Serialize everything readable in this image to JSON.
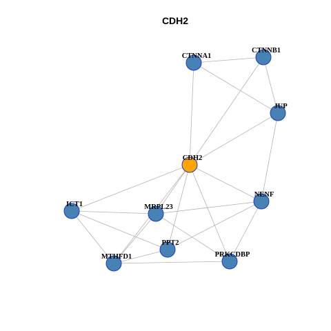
{
  "title": "CDH2",
  "colors": {
    "default_node": "#4682b4",
    "focus_node": "#ffa500",
    "node_border": "#1a3acc",
    "edge": "#b3b3b3"
  },
  "nodes": [
    {
      "id": "CTNNA1",
      "label": "CTNNA1",
      "focus": false
    },
    {
      "id": "CTNNB1",
      "label": "CTNNB1",
      "focus": false
    },
    {
      "id": "JUP",
      "label": "JUP",
      "focus": false
    },
    {
      "id": "CDH2",
      "label": "CDH2",
      "focus": true
    },
    {
      "id": "NENF",
      "label": "NENF",
      "focus": false
    },
    {
      "id": "ICT1",
      "label": "ICT1",
      "focus": false
    },
    {
      "id": "MRPL23",
      "label": "MRPL23",
      "focus": false
    },
    {
      "id": "PPT2",
      "label": "PPT2",
      "focus": false
    },
    {
      "id": "MTHFD1",
      "label": "MTHFD1",
      "focus": false
    },
    {
      "id": "PRKCDBP",
      "label": "PRKCDBP",
      "focus": false
    }
  ],
  "edges": [
    [
      "CTNNA1",
      "CTNNB1"
    ],
    [
      "CTNNA1",
      "JUP"
    ],
    [
      "CTNNA1",
      "CDH2"
    ],
    [
      "CTNNB1",
      "JUP"
    ],
    [
      "CTNNB1",
      "CDH2"
    ],
    [
      "JUP",
      "CDH2"
    ],
    [
      "JUP",
      "NENF"
    ],
    [
      "CDH2",
      "NENF"
    ],
    [
      "CDH2",
      "ICT1"
    ],
    [
      "CDH2",
      "MRPL23"
    ],
    [
      "CDH2",
      "PPT2"
    ],
    [
      "CDH2",
      "MTHFD1"
    ],
    [
      "CDH2",
      "PRKCDBP"
    ],
    [
      "ICT1",
      "MRPL23"
    ],
    [
      "ICT1",
      "MTHFD1"
    ],
    [
      "ICT1",
      "PPT2"
    ],
    [
      "MRPL23",
      "NENF"
    ],
    [
      "MRPL23",
      "MTHFD1"
    ],
    [
      "MRPL23",
      "PRKCDBP"
    ],
    [
      "NENF",
      "PPT2"
    ],
    [
      "NENF",
      "PRKCDBP"
    ],
    [
      "PPT2",
      "MTHFD1"
    ],
    [
      "MTHFD1",
      "PRKCDBP"
    ]
  ]
}
